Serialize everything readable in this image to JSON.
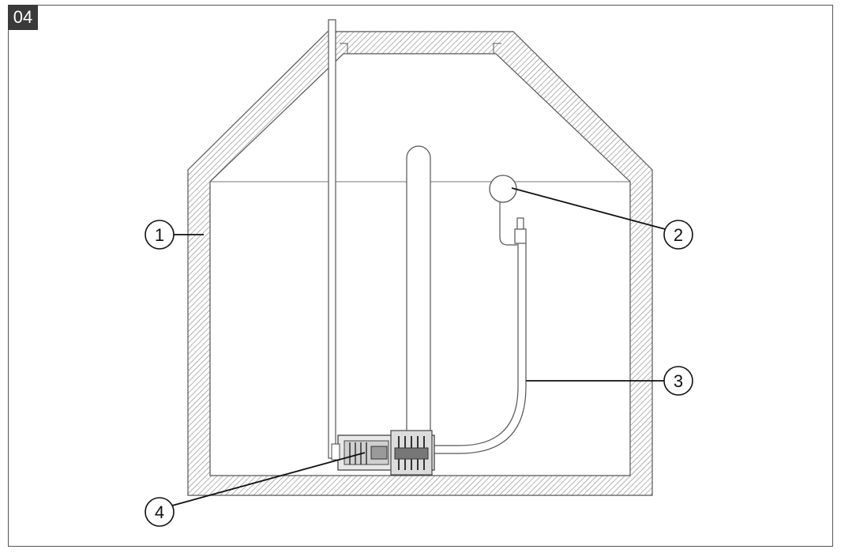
{
  "figure": {
    "number": "04"
  },
  "callouts": [
    {
      "label": "1",
      "target": "tank-wall"
    },
    {
      "label": "2",
      "target": "float-switch"
    },
    {
      "label": "3",
      "target": "hose"
    },
    {
      "label": "4",
      "target": "pump"
    }
  ],
  "colors": {
    "line": "#555555",
    "hatch": "#8a8a8a",
    "badge": "#3a3a3a"
  }
}
